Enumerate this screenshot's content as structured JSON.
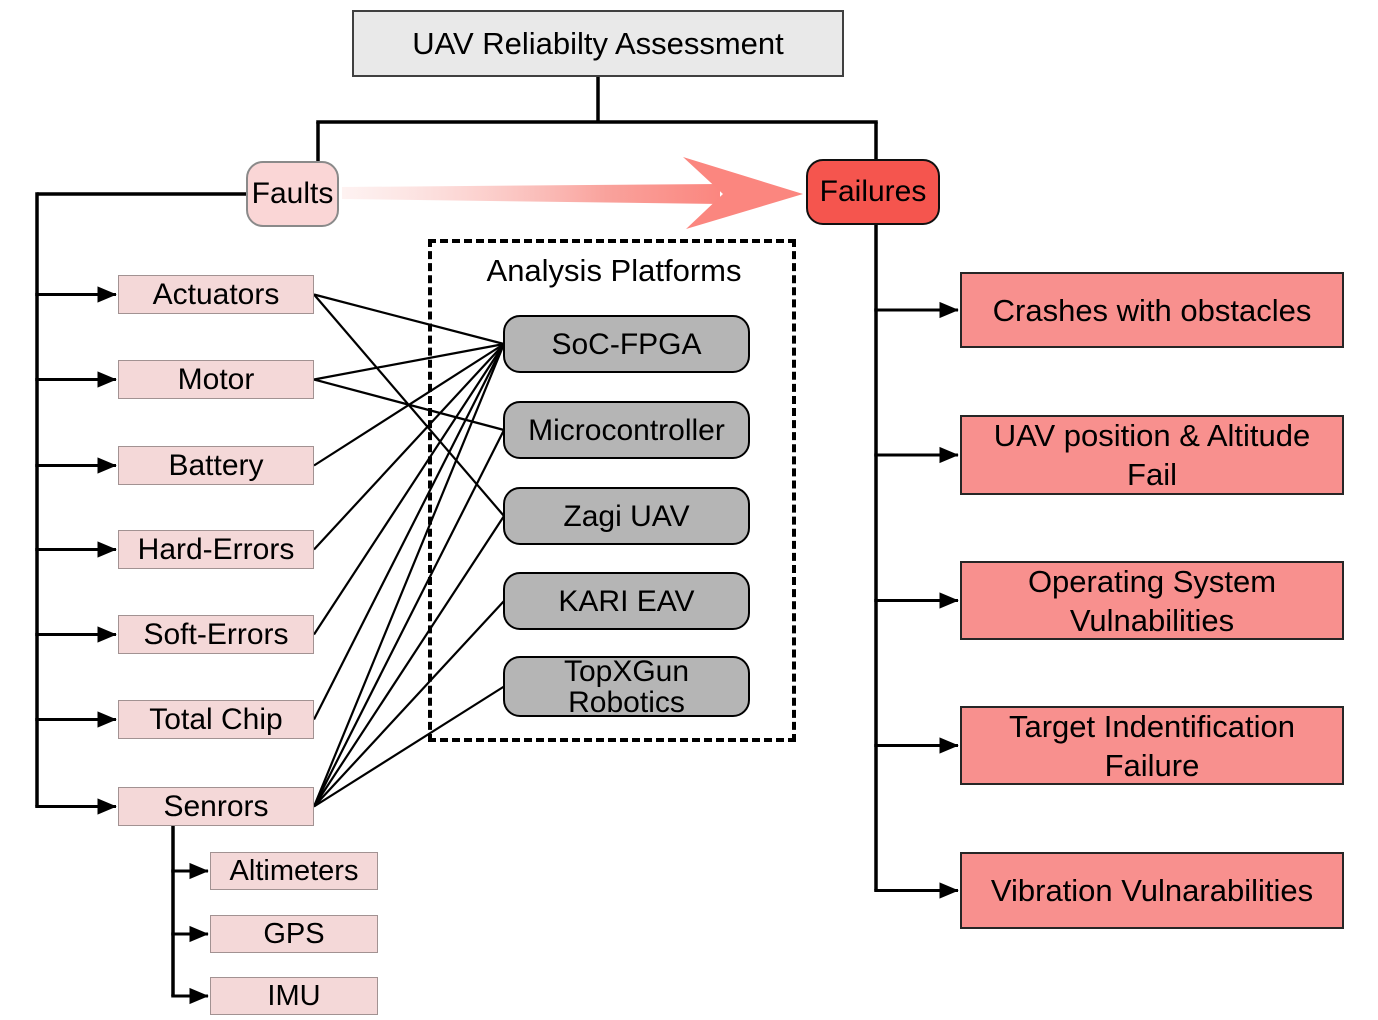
{
  "title": "UAV Reliabilty Assessment",
  "nodes": {
    "faults_label": "Faults",
    "failures_label": "Failures"
  },
  "analysis_box": {
    "title": "Analysis Platforms",
    "platforms": [
      {
        "id": "soc-fpga",
        "label": "SoC-FPGA"
      },
      {
        "id": "microcontroller",
        "label": "Microcontroller"
      },
      {
        "id": "zagi-uav",
        "label": "Zagi UAV"
      },
      {
        "id": "kari-eav",
        "label": "KARI EAV"
      },
      {
        "id": "topxgun-robotics",
        "label": "TopXGun Robotics"
      }
    ]
  },
  "faults": [
    {
      "id": "actuators",
      "label": "Actuators"
    },
    {
      "id": "motor",
      "label": "Motor"
    },
    {
      "id": "battery",
      "label": "Battery"
    },
    {
      "id": "hard-errors",
      "label": "Hard-Errors"
    },
    {
      "id": "soft-errors",
      "label": "Soft-Errors"
    },
    {
      "id": "total-chip",
      "label": "Total Chip"
    },
    {
      "id": "senrors",
      "label": "Senrors"
    }
  ],
  "sensor_components": [
    {
      "id": "altimeters",
      "label": "Altimeters"
    },
    {
      "id": "gps",
      "label": "GPS"
    },
    {
      "id": "imu",
      "label": "IMU"
    }
  ],
  "failures": [
    {
      "id": "crashes",
      "label": "Crashes with obstacles"
    },
    {
      "id": "position",
      "label": "UAV position & Altitude Fail"
    },
    {
      "id": "os",
      "label": "Operating System Vulnabilities"
    },
    {
      "id": "target",
      "label": "Target Indentification Failure"
    },
    {
      "id": "vibration",
      "label": "Vibration Vulnarabilities"
    }
  ],
  "edges": [
    {
      "from": "actuators",
      "to": "soc-fpga"
    },
    {
      "from": "actuators",
      "to": "zagi-uav"
    },
    {
      "from": "motor",
      "to": "soc-fpga"
    },
    {
      "from": "motor",
      "to": "microcontroller"
    },
    {
      "from": "battery",
      "to": "soc-fpga"
    },
    {
      "from": "hard-errors",
      "to": "soc-fpga"
    },
    {
      "from": "soft-errors",
      "to": "soc-fpga"
    },
    {
      "from": "total-chip",
      "to": "soc-fpga"
    },
    {
      "from": "senrors",
      "to": "soc-fpga"
    },
    {
      "from": "senrors",
      "to": "microcontroller"
    },
    {
      "from": "senrors",
      "to": "zagi-uav"
    },
    {
      "from": "senrors",
      "to": "kari-eav"
    },
    {
      "from": "senrors",
      "to": "topxgun-robotics"
    }
  ],
  "colors": {
    "title_fill": "#e9e9e9",
    "faults_node_fill": "#fad6d6",
    "failures_node_fill": "#f5554e",
    "fault_item_fill": "#f4d8d8",
    "platform_fill": "#b5b5b5",
    "failure_item_fill": "#f8908e",
    "arrow_pink": "#fb867f",
    "line": "#000000"
  }
}
